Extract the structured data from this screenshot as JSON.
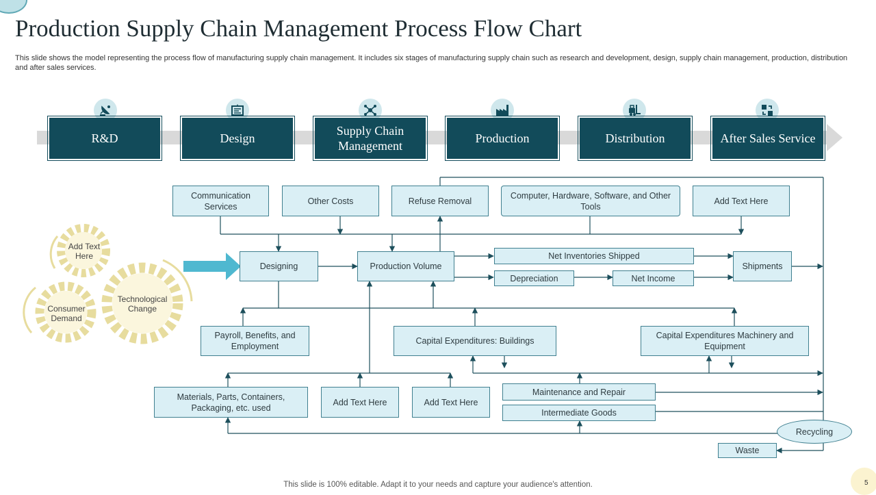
{
  "title": "Production Supply Chain Management Process Flow Chart",
  "subtitle": "This slide shows the model representing the process flow of manufacturing supply chain management. It includes six stages of manufacturing supply chain such as research and development, design, supply chain management, production, distribution and after sales services.",
  "stages": [
    {
      "label": "R&D",
      "icon": "satellite-dish-icon"
    },
    {
      "label": "Design",
      "icon": "blueprint-icon"
    },
    {
      "label": "Supply Chain Management",
      "icon": "network-icon"
    },
    {
      "label": "Production",
      "icon": "factory-icon"
    },
    {
      "label": "Distribution",
      "icon": "forklift-icon"
    },
    {
      "label": "After Sales Service",
      "icon": "exchange-icon"
    }
  ],
  "gears": {
    "top": "Add Text Here",
    "left": "Consumer Demand",
    "big": "Technological Change"
  },
  "nodes": {
    "communication_services": "Communication Services",
    "other_costs": "Other Costs",
    "refuse_removal": "Refuse Removal",
    "computer_hardware": "Computer, Hardware, Software, and Other Tools",
    "add_text_top": "Add Text Here",
    "designing": "Designing",
    "production_volume": "Production Volume",
    "net_inventories_shipped": "Net Inventories Shipped",
    "depreciation": "Depreciation",
    "net_income": "Net Income",
    "shipments": "Shipments",
    "payroll": "Payroll, Benefits, and Employment",
    "capex_buildings": "Capital Expenditures: Buildings",
    "capex_machinery": "Capital Expenditures Machinery and Equipment",
    "materials": "Materials, Parts, Containers, Packaging, etc. used",
    "add_text_bottom_1": "Add Text Here",
    "add_text_bottom_2": "Add Text Here",
    "maintenance": "Maintenance and Repair",
    "intermediate_goods": "Intermediate Goods",
    "recycling": "Recycling",
    "waste": "Waste"
  },
  "footer": "This slide is 100% editable. Adapt it to your needs and capture your audience's attention.",
  "page_number": "5",
  "colors": {
    "stage_fill": "#124b5a",
    "box_fill": "#daeff5",
    "box_border": "#3f7f8f",
    "gear": "#e7dc9e",
    "arrow": "#4fb8d0"
  }
}
